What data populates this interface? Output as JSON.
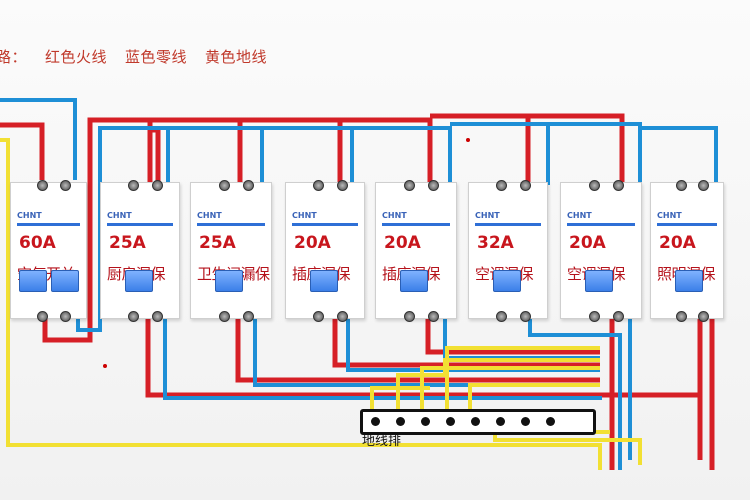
{
  "legend": {
    "prefix": "路：",
    "red": "红色火线",
    "blue": "蓝色零线",
    "yellow": "黄色地线"
  },
  "colors": {
    "live": "#d61f26",
    "neutral": "#1e8fd6",
    "ground": "#f2e033"
  },
  "breakers": [
    {
      "rating": "60A",
      "name": "空气开关"
    },
    {
      "rating": "25A",
      "name": "厨房漏保"
    },
    {
      "rating": "25A",
      "name": "卫生间漏保"
    },
    {
      "rating": "20A",
      "name": "插座漏保"
    },
    {
      "rating": "20A",
      "name": "插座漏保"
    },
    {
      "rating": "32A",
      "name": "空调漏保"
    },
    {
      "rating": "20A",
      "name": "空调漏保"
    },
    {
      "rating": "20A",
      "name": "照明漏保"
    }
  ],
  "ground_bar": {
    "label": "地线排"
  }
}
